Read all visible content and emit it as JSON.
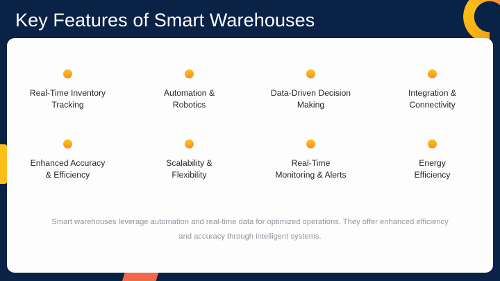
{
  "slide": {
    "title": "Key Features of Smart Warehouses",
    "background_color": "#0b2247",
    "card_color": "#fdfdfd"
  },
  "decorations": {
    "top_right_ring": {
      "name": "ring-arc",
      "colors": [
        "#f26a3d",
        "#fbb414",
        "#fcbe18"
      ]
    },
    "left_circle": {
      "name": "half-circle",
      "color": "#fcbe18"
    },
    "bottom_triangle": {
      "name": "trapezoid",
      "color": "#f2694a"
    }
  },
  "features": {
    "bullet_color": "#fbb01b",
    "rows": [
      [
        {
          "label": "Real-Time Inventory\nTracking"
        },
        {
          "label": "Automation &\nRobotics"
        },
        {
          "label": "Data-Driven Decision\nMaking"
        },
        {
          "label": "Integration &\nConnectivity"
        }
      ],
      [
        {
          "label": "Enhanced Accuracy\n& Efficiency"
        },
        {
          "label": "Scalability &\nFlexibility"
        },
        {
          "label": "Real-Time\nMonitoring & Alerts"
        },
        {
          "label": "Energy\nEfficiency"
        }
      ]
    ]
  },
  "footnote": {
    "text": "Smart warehouses leverage automation and real-time data for optimized operations. They offer enhanced efficiency and accuracy through intelligent systems."
  }
}
